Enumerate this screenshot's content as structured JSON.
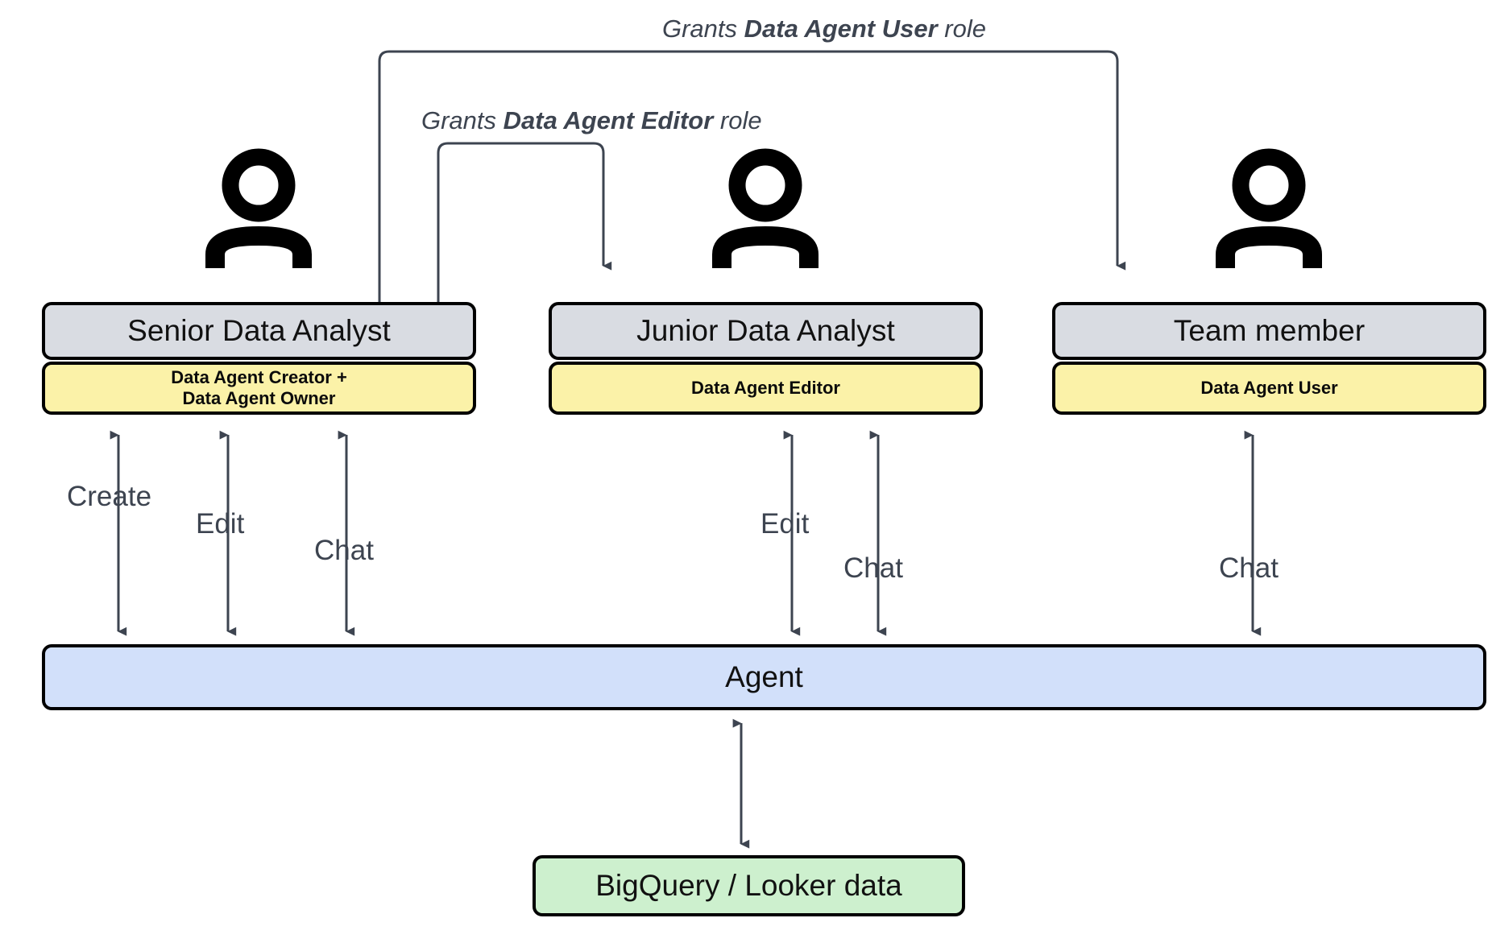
{
  "diagram": {
    "title": "Data Agent roles and permissions flow",
    "colors": {
      "title_fill": "#d9dce2",
      "permission_fill": "#fbf2a8",
      "agent_fill": "#d2e0fa",
      "data_fill": "#cdf0ce",
      "stroke": "#000000",
      "connector": "#3d4450",
      "background": "#ffffff"
    }
  },
  "personas": [
    {
      "icon": "person-icon",
      "title": "Senior Data Analyst",
      "permission": "Data Agent Creator +\nData Agent Owner",
      "actions": [
        "Create",
        "Edit",
        "Chat"
      ]
    },
    {
      "icon": "person-icon",
      "title": "Junior Data Analyst",
      "permission": "Data Agent Editor",
      "actions": [
        "Edit",
        "Chat"
      ]
    },
    {
      "icon": "person-icon",
      "title": "Team member",
      "permission": "Data Agent User",
      "actions": [
        "Chat"
      ]
    }
  ],
  "grants": [
    {
      "prefix": "Grants ",
      "role": "Data Agent User",
      "suffix": " role",
      "from": "Senior Data Analyst",
      "to": "Team member"
    },
    {
      "prefix": "Grants ",
      "role": "Data Agent Editor",
      "suffix": " role",
      "from": "Senior Data Analyst",
      "to": "Junior Data Analyst"
    }
  ],
  "nodes": {
    "agent": "Agent",
    "data_store": "BigQuery / Looker data"
  },
  "flows": {
    "senior": [
      "Create",
      "Edit",
      "Chat"
    ],
    "junior": [
      "Edit",
      "Chat"
    ],
    "team": [
      "Chat"
    ]
  }
}
